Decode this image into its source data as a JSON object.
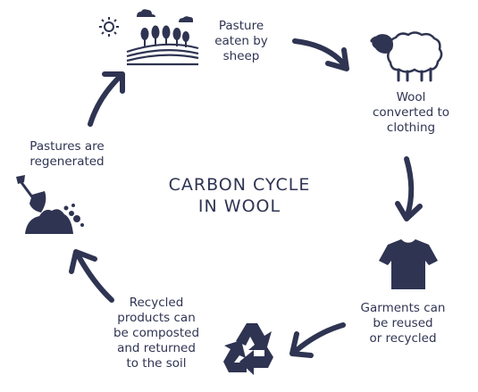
{
  "diagram": {
    "title_line1": "CARBON CYCLE",
    "title_line2": "IN WOOL",
    "stages": [
      {
        "text": "Pasture\neaten by\nsheep",
        "icon": "pasture-icon"
      },
      {
        "text": "Wool\nconverted to\nclothing",
        "icon": "sheep-icon"
      },
      {
        "text": "Garments can\nbe reused\nor recycled",
        "icon": "tshirt-icon"
      },
      {
        "text": "Recycled\nproducts can\nbe composted\nand returned\nto the soil",
        "icon": "recycle-icon"
      },
      {
        "text": "Pastures are\nregenerated",
        "icon": "soil-shovel-icon"
      }
    ],
    "colors": {
      "ink": "#2f3452",
      "background": "#ffffff"
    }
  }
}
